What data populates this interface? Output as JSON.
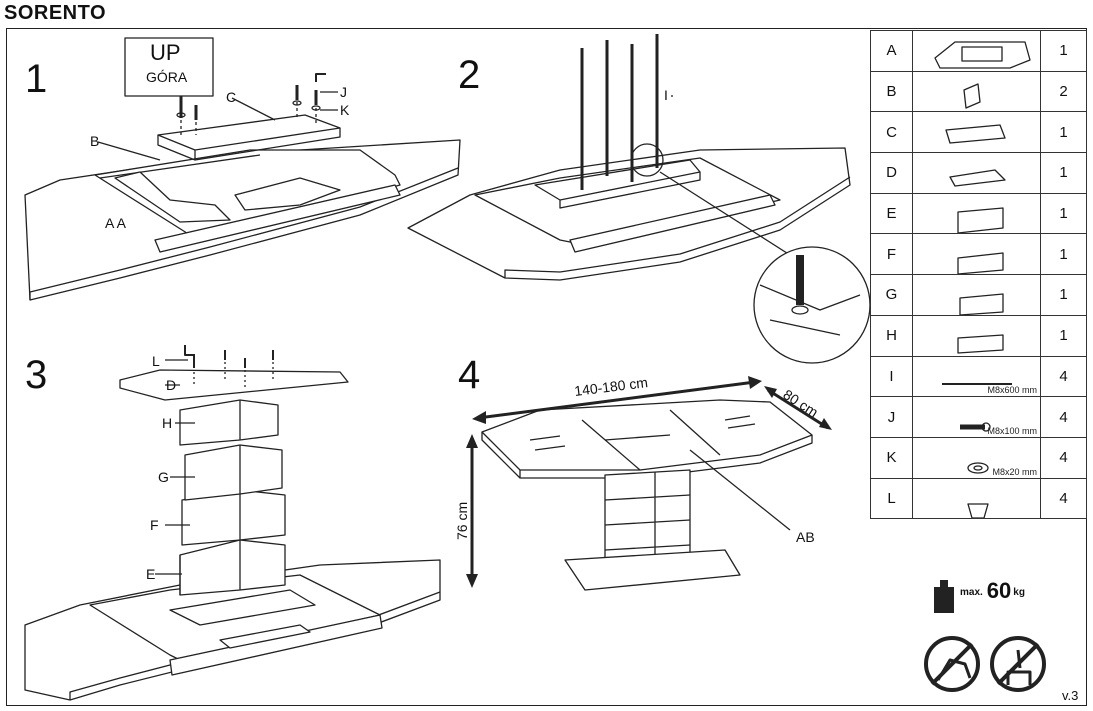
{
  "title": "SORENTO",
  "steps": {
    "s1": "1",
    "s2": "2",
    "s3": "3",
    "s4": "4"
  },
  "up_label": {
    "up": "UP",
    "gora": "GÓRA"
  },
  "labels": {
    "a": "A",
    "aa": "A A",
    "b": "B",
    "c": "C",
    "j": "J",
    "k": "K",
    "i": "I",
    "l": "L",
    "d": "D",
    "h": "H",
    "g": "G",
    "f": "F",
    "e": "E",
    "ab": "AB"
  },
  "dimensions": {
    "length": "140-180 cm",
    "width": "80 cm",
    "height": "76 cm"
  },
  "parts": [
    {
      "letter": "A",
      "qty": "1",
      "icon": "tabletop-icon",
      "spec": ""
    },
    {
      "letter": "B",
      "qty": "2",
      "icon": "bracket-icon",
      "spec": ""
    },
    {
      "letter": "C",
      "qty": "1",
      "icon": "plate-c-icon",
      "spec": ""
    },
    {
      "letter": "D",
      "qty": "1",
      "icon": "plate-d-icon",
      "spec": ""
    },
    {
      "letter": "E",
      "qty": "1",
      "icon": "column-segment-e-icon",
      "spec": ""
    },
    {
      "letter": "F",
      "qty": "1",
      "icon": "column-segment-f-icon",
      "spec": ""
    },
    {
      "letter": "G",
      "qty": "1",
      "icon": "column-segment-g-icon",
      "spec": ""
    },
    {
      "letter": "H",
      "qty": "1",
      "icon": "column-segment-h-icon",
      "spec": ""
    },
    {
      "letter": "I",
      "qty": "4",
      "icon": "threaded-rod-icon",
      "spec": "M8x600 mm"
    },
    {
      "letter": "J",
      "qty": "4",
      "icon": "bolt-icon",
      "spec": "M8x100 mm"
    },
    {
      "letter": "K",
      "qty": "4",
      "icon": "washer-icon",
      "spec": "M8x20 mm"
    },
    {
      "letter": "L",
      "qty": "4",
      "icon": "cap-icon",
      "spec": ""
    }
  ],
  "max_load": {
    "prefix": "max.",
    "value": "60",
    "unit": "kg"
  },
  "version": "v.3",
  "warning_icons": [
    "no-standing-on-table-icon",
    "no-sitting-on-table-icon"
  ]
}
